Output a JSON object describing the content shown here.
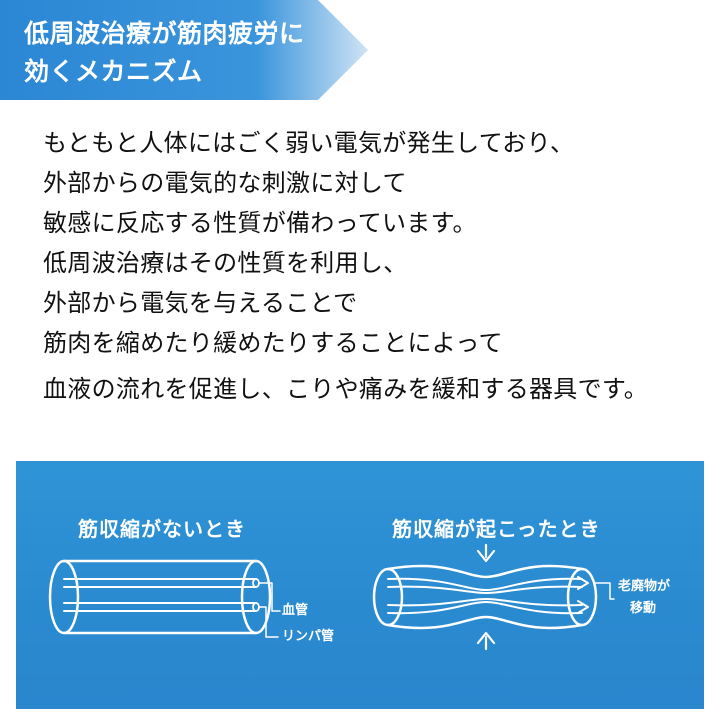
{
  "header": {
    "line1": "低周波治療が筋肉疲労に",
    "line2": "効くメカニズム"
  },
  "body": {
    "lines": [
      "もともと人体にはごく弱い電気が発生しており、",
      "外部からの電気的な刺激に対して",
      "敏感に反応する性質が備わっています。",
      "低周波治療はその性質を利用し、",
      "外部から電気を与えることで",
      "筋肉を縮めたり緩めたりすることによって",
      "血液の流れを促進し、こりや痛みを緩和する器具です。"
    ]
  },
  "diagram": {
    "left_title": "筋収縮がないとき",
    "right_title": "筋収縮が起こったとき",
    "callout_blood": "血管",
    "callout_lymph": "リンパ管",
    "callout_waste_1": "老廃物が",
    "callout_waste_2": "移動"
  },
  "colors": {
    "header_blue": "#2b8ad6",
    "panel_blue": "#2a8ad0",
    "text": "#111111",
    "white": "#ffffff"
  }
}
